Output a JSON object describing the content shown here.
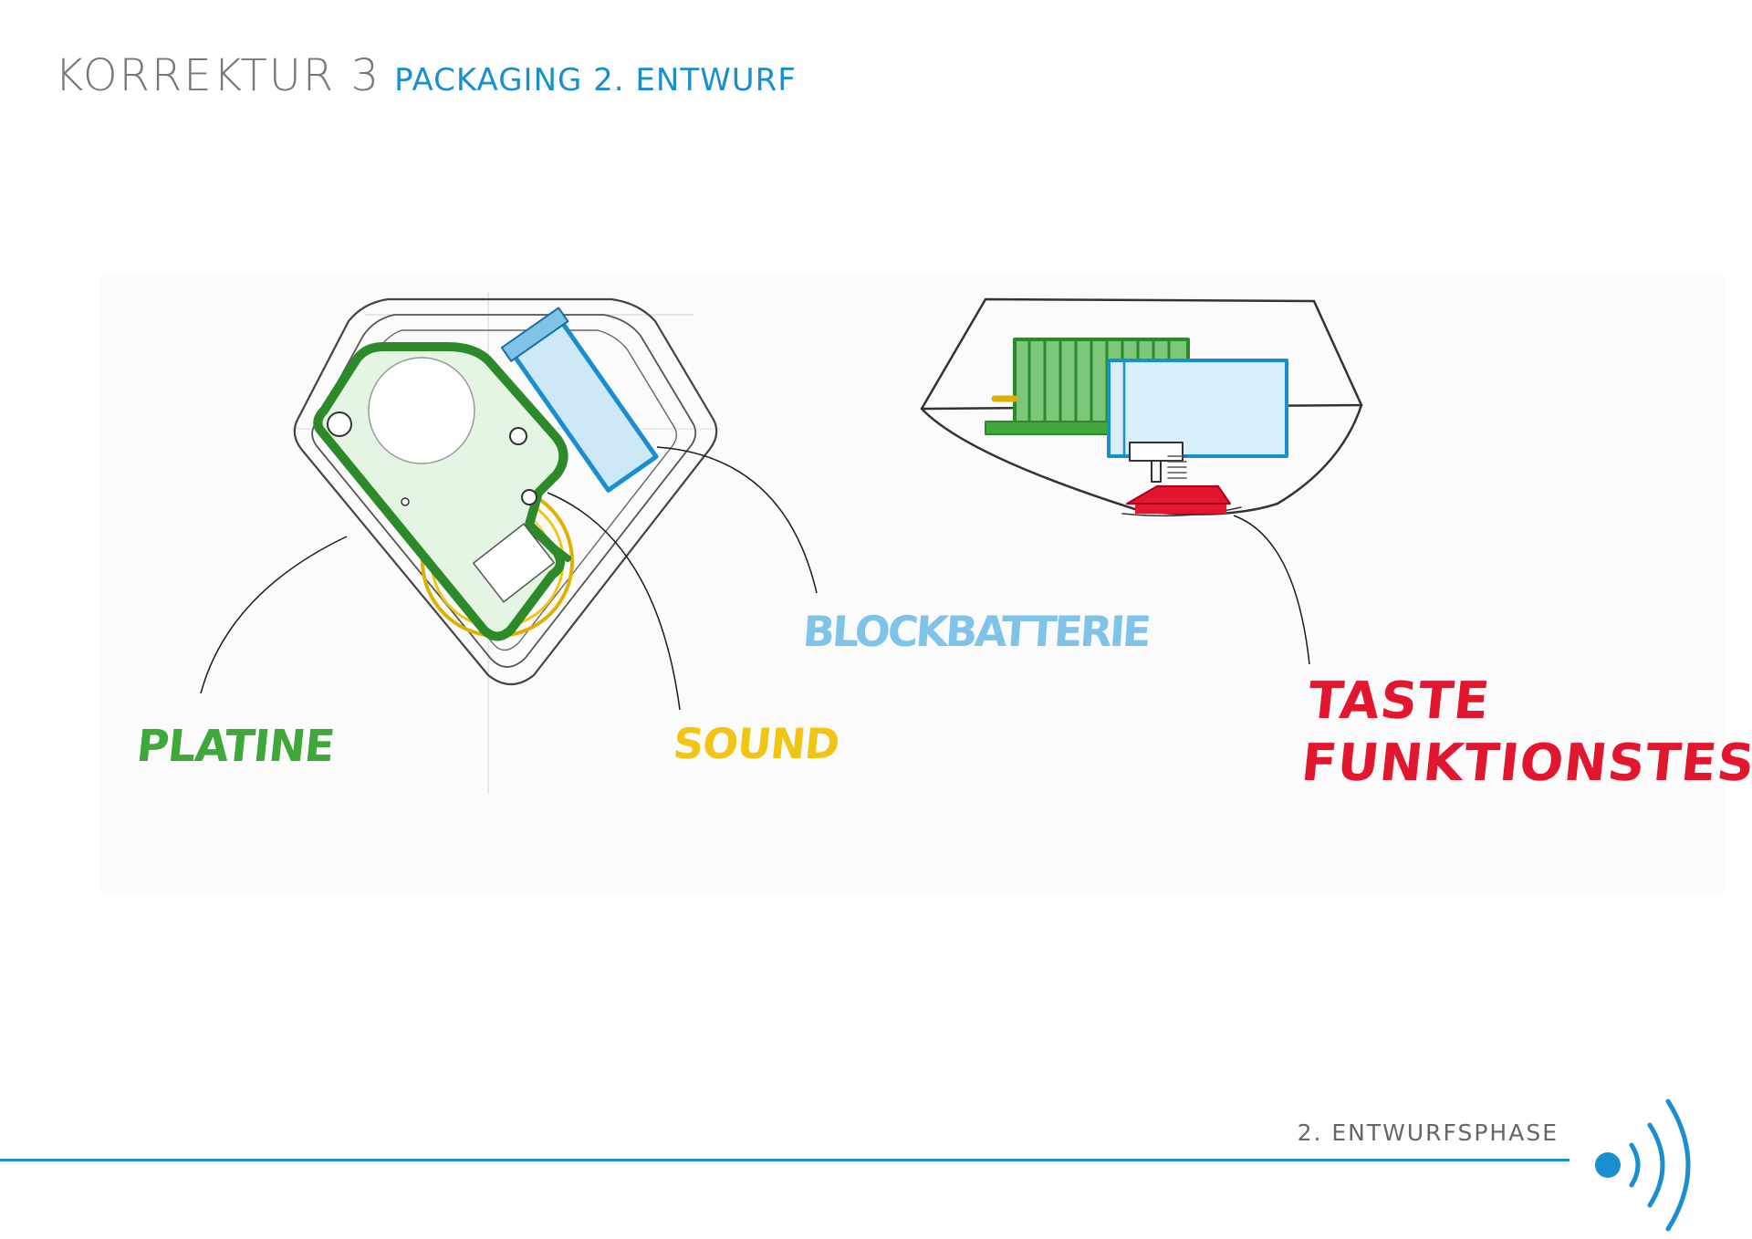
{
  "header": {
    "title_main": "KORREKTUR 3",
    "title_sub": "PACKAGING 2. ENTWURF"
  },
  "labels": {
    "platine": "PLATINE",
    "sound": "SOUND",
    "blockbatterie": "BLOCKBATTERIE",
    "taste_line1": "TASTE",
    "taste_line2": "FUNKTIONSTEST"
  },
  "footer": {
    "phase": "2. ENTWURFSPHASE",
    "icon": "signal-wave-icon"
  },
  "colors": {
    "brand_blue": "#1a8fd0",
    "platine_green": "#3fa83a",
    "sound_yellow": "#f2c515",
    "battery_blue": "#7fc3e8",
    "taste_red": "#e2162f",
    "title_gray": "#777777"
  }
}
